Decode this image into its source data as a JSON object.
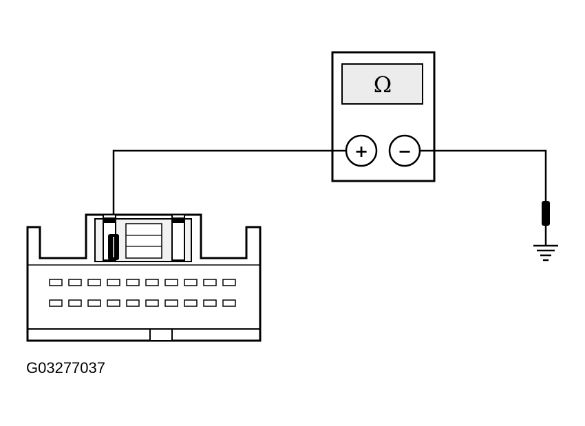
{
  "diagram": {
    "figure_id": "G03277037",
    "meter": {
      "display_symbol": "Ω",
      "positive_terminal": "+",
      "negative_terminal": "−"
    },
    "connector": {
      "pins_per_row": 10,
      "rows": 2
    },
    "colors": {
      "line": "#000000",
      "screen_fill": "#ececec",
      "connector_fill": "#f2f2f2",
      "probe_fill": "#000000"
    },
    "icons": [
      "multimeter-icon",
      "ground-symbol-icon",
      "connector-icon",
      "probe-icon"
    ]
  }
}
